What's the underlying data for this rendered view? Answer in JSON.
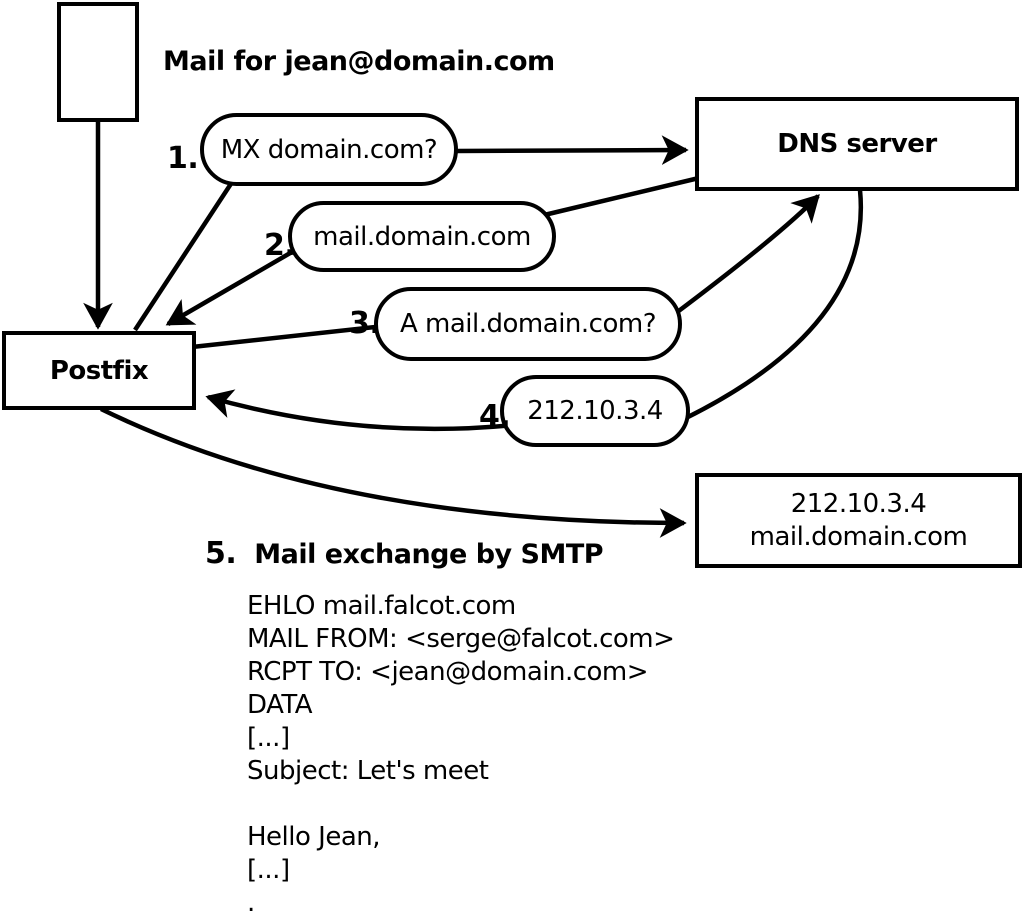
{
  "diagram": {
    "captions": {
      "mail_source": "Mail for jean@domain.com"
    },
    "nodes": {
      "postfix": "Postfix",
      "dns_server": "DNS server",
      "mail_server": {
        "line1": "212.10.3.4",
        "line2": "mail.domain.com"
      }
    },
    "steps": [
      {
        "num": "1.",
        "label": "MX domain.com?"
      },
      {
        "num": "2.",
        "label": "mail.domain.com"
      },
      {
        "num": "3.",
        "label": "A mail.domain.com?"
      },
      {
        "num": "4.",
        "label": "212.10.3.4"
      },
      {
        "num": "5.",
        "label": "Mail exchange by SMTP"
      }
    ],
    "smtp_dialogue": {
      "lines": [
        "EHLO mail.falcot.com",
        "MAIL FROM: <serge@falcot.com>",
        "RCPT TO: <jean@domain.com>",
        "DATA",
        "[...]",
        "Subject: Let's meet",
        "",
        "Hello Jean,",
        "[...]",
        "."
      ]
    },
    "colors": {
      "line": "#000000",
      "background": "#ffffff"
    }
  }
}
